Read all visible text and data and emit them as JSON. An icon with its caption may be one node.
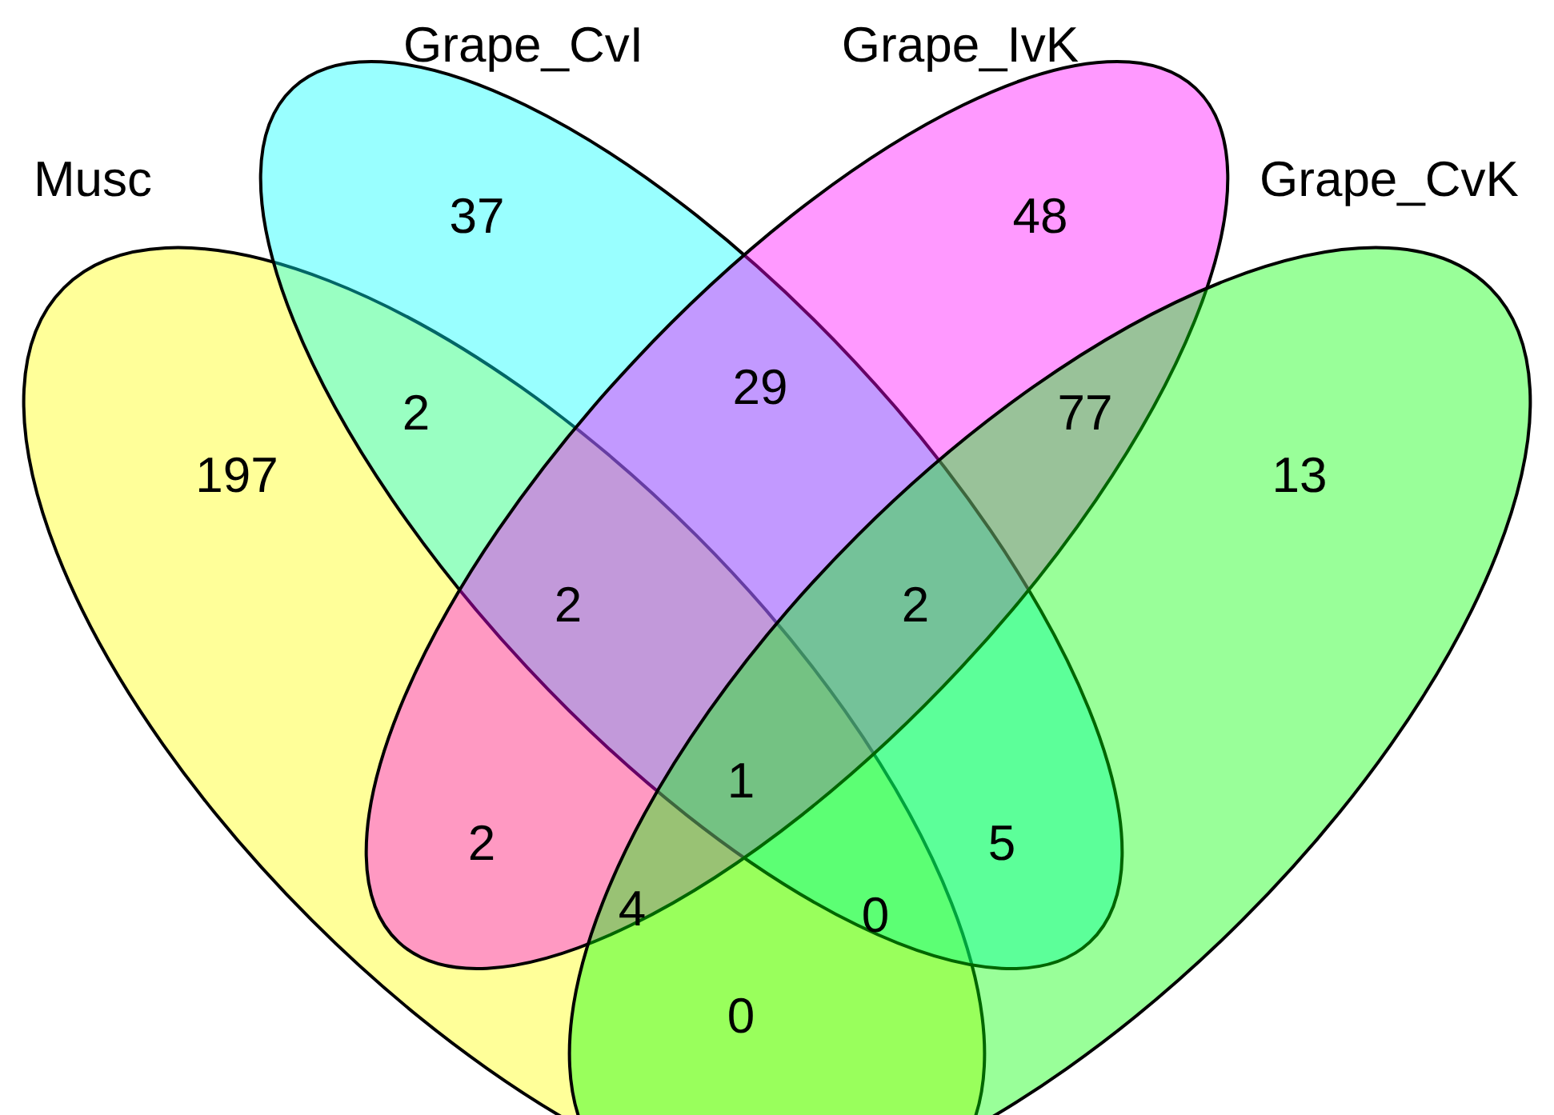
{
  "diagram": {
    "nodes": [
      {
        "text": [
          "Musc"
        ]
      },
      {
        "text": [
          "Grape_CvI"
        ]
      },
      {
        "text": [
          "Grape_IvK"
        ]
      },
      {
        "text": [
          "Grape_CvK"
        ]
      }
    ],
    "labels": [
      "37",
      "48",
      "29",
      "2",
      "77",
      "197",
      "13",
      "2",
      "2",
      "1",
      "2",
      "5",
      "4",
      "0",
      "0"
    ]
  }
}
